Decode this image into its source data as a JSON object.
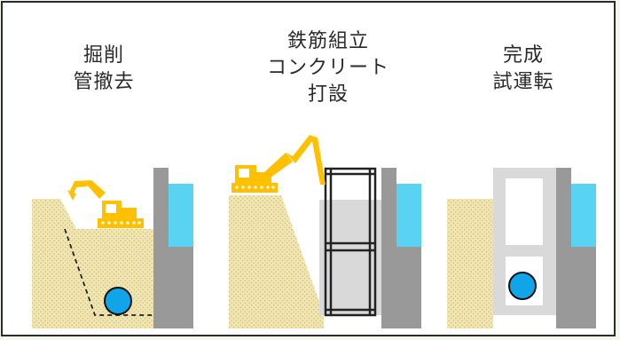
{
  "stages": [
    {
      "lines": [
        "掘削",
        "管撤去"
      ]
    },
    {
      "lines": [
        "鉄筋組立",
        "コンクリート",
        "打設"
      ]
    },
    {
      "lines": [
        "完成",
        "試運転"
      ]
    }
  ],
  "colors": {
    "soil": "#f2e6b0",
    "soil_dots": "#b9a874",
    "wall": "#999999",
    "wall_light": "#d9d9d9",
    "water": "#5ad2f2",
    "excavator": "#ffc000",
    "pipe": "#10a4e8",
    "frame_border": "#2b2b2b"
  },
  "icons": [
    "excavator-icon",
    "pipe-icon",
    "rebar-cage-icon"
  ]
}
